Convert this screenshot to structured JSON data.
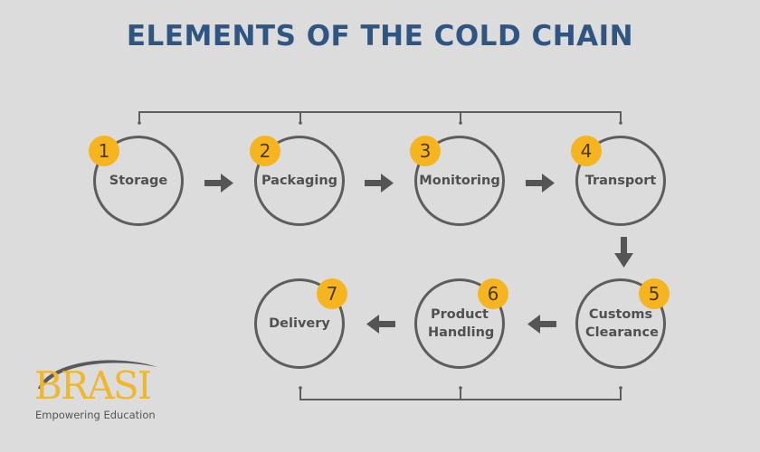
{
  "title": "ELEMENTS OF THE COLD CHAIN",
  "steps": [
    {
      "number": "1",
      "label": "Storage"
    },
    {
      "number": "2",
      "label": "Packaging"
    },
    {
      "number": "3",
      "label": "Monitoring"
    },
    {
      "number": "4",
      "label": "Transport"
    },
    {
      "number": "5",
      "label": "Customs Clearance"
    },
    {
      "number": "6",
      "label": "Product Handling"
    },
    {
      "number": "7",
      "label": "Delivery"
    }
  ],
  "logo": {
    "name": "BRASI",
    "tagline": "Empowering Education"
  },
  "colors": {
    "title": "#2f5583",
    "badge": "#f6b51e",
    "stroke": "#5d5d5d",
    "background": "#dcdcdc"
  }
}
